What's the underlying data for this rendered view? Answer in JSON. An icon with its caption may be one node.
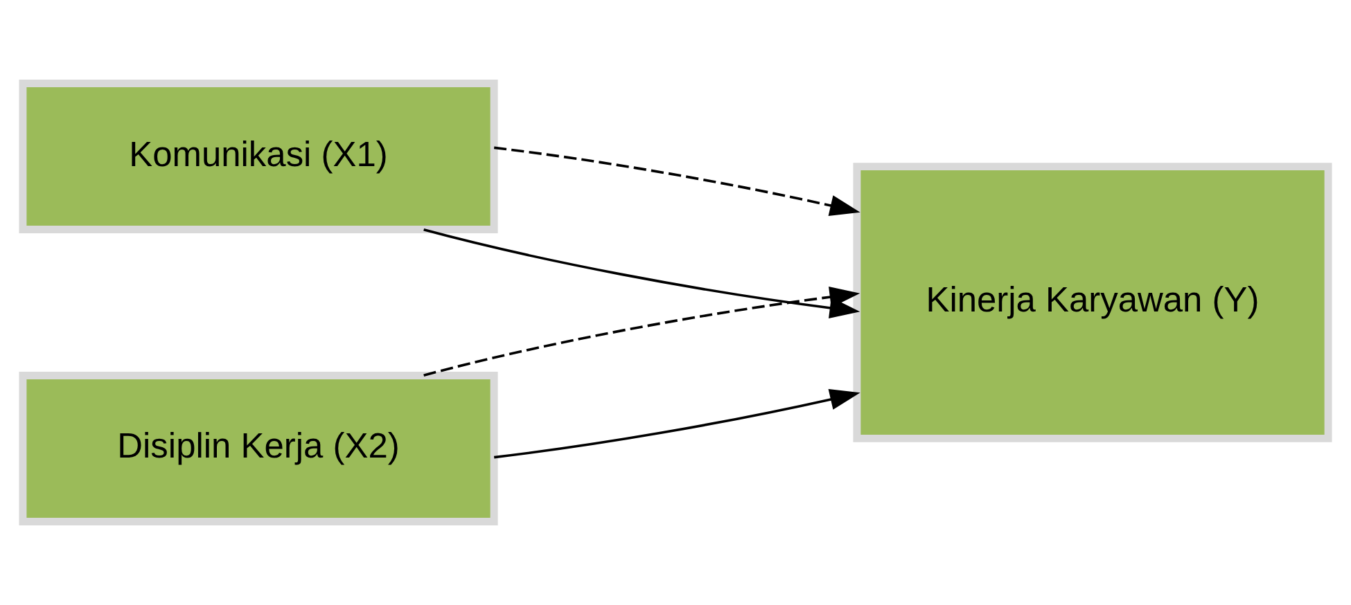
{
  "diagram": {
    "nodes": [
      {
        "text": [
          "Komunikasi (X1)"
        ]
      },
      {
        "text": [
          "Disiplin Kerja (X2)"
        ]
      },
      {
        "text": [
          "Kinerja Karyawan (Y)"
        ]
      }
    ],
    "edges": [
      {
        "from": 0,
        "to": 2,
        "arrow": "to"
      },
      {
        "from": 1,
        "to": 2,
        "arrow": "to"
      },
      {
        "from": 0,
        "to": 2,
        "arrow": "to",
        "style": "dashed"
      },
      {
        "from": 1,
        "to": 2,
        "arrow": "to",
        "style": "dashed"
      }
    ]
  }
}
